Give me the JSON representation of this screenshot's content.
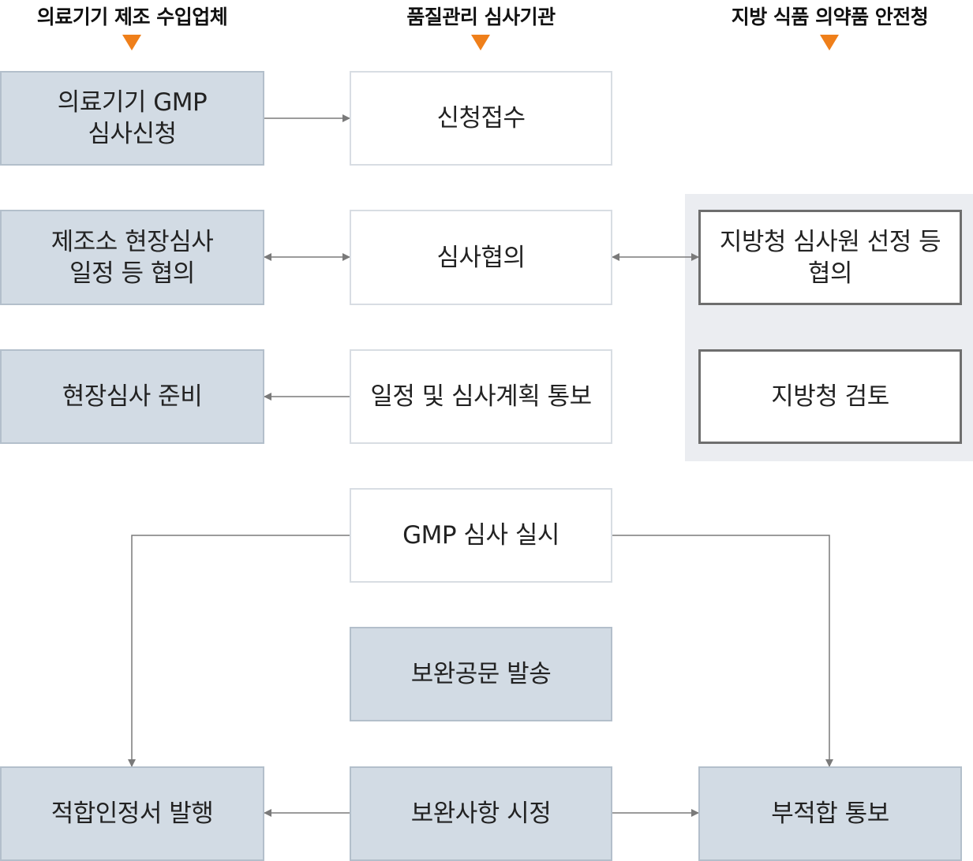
{
  "columns": {
    "company": "의료기기 제조 수입업체",
    "agency": "품질관리 심사기관",
    "regional": "지방 식품 의약품 안전청"
  },
  "steps": {
    "apply": "의료기기 GMP\n심사신청",
    "receive": "신청접수",
    "site_schedule": "제조소 현장심사\n일정 등 협의",
    "consult": "심사협의",
    "regional_select": "지방청 심사원 선정 등\n협의",
    "prepare": "현장심사 준비",
    "notify_plan": "일정 및 심사계획 통보",
    "regional_review": "지방청 검토",
    "gmp_audit": "GMP 심사 실시",
    "supplement_letter": "보완공문 발송",
    "certificate": "적합인정서 발행",
    "corrective": "보완사항 시정",
    "nonconform": "부적합 통보"
  },
  "colors": {
    "accent_arrow": "#ef7f1a",
    "company_fill": "#d2dbe4",
    "region_bg": "#ebedf1",
    "connector": "#7a7a7a"
  }
}
